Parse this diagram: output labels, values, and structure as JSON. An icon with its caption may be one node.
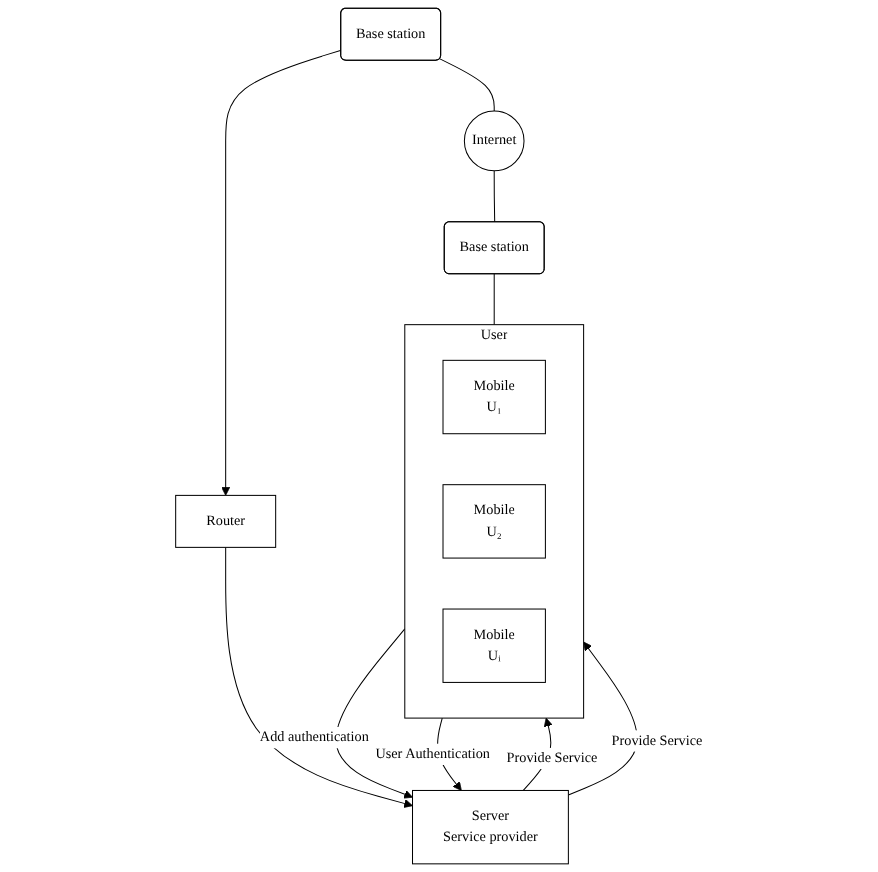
{
  "diagram": {
    "nodes": [
      {
        "text": [
          "Base station"
        ]
      },
      {
        "text": [
          "Internet"
        ]
      },
      {
        "text": [
          "Base station"
        ]
      },
      {
        "text": [
          "Router"
        ]
      },
      {
        "text": [
          "Server",
          "Service provider"
        ]
      },
      {
        "text": [
          "User"
        ]
      },
      {
        "text": [
          "Mobile",
          "U₁"
        ],
        "in": 5
      },
      {
        "text": [
          "Mobile",
          "U₂"
        ],
        "in": 5
      },
      {
        "text": [
          "Mobile",
          "Uᵢ"
        ],
        "in": 5
      }
    ],
    "edges": [
      {
        "from": 0,
        "to": 1,
        "arrow": "none"
      },
      {
        "from": 1,
        "to": 2,
        "arrow": "none"
      },
      {
        "from": 0,
        "to": 3,
        "arrow": "to"
      },
      {
        "from": 3,
        "to": 4,
        "arrow": "to"
      },
      {
        "from": 2,
        "to": 5,
        "arrow": "none"
      },
      {
        "from": 5,
        "to": 4,
        "arrow": "to",
        "label": "Add authentication"
      },
      {
        "from": 4,
        "to": 5,
        "arrow": "to",
        "label": "Provide Service"
      },
      {
        "from": 5,
        "to": 4,
        "arrow": "to",
        "label": "User Authentication"
      },
      {
        "from": 4,
        "to": 5,
        "arrow": "to",
        "label": "Provide Service"
      }
    ]
  }
}
